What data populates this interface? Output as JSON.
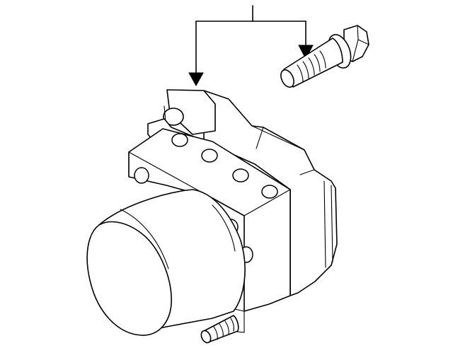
{
  "diagram": {
    "parts": [
      {
        "id": "abs-modulator-assembly",
        "icon": "abs-modulator-icon"
      },
      {
        "id": "mounting-bolt",
        "icon": "bolt-icon"
      },
      {
        "id": "mounting-stud",
        "icon": "stud-icon"
      }
    ],
    "callout_leaders": 2,
    "colors": {
      "line": "#000000",
      "background": "#ffffff"
    }
  }
}
